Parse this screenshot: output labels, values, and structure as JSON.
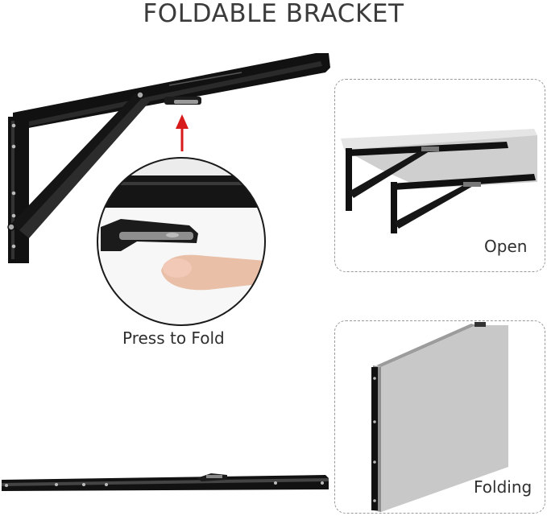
{
  "title": "FOLDABLE BRACKET",
  "labels": {
    "press_to_fold": "Press to Fold",
    "open": "Open",
    "folding": "Folding"
  },
  "colors": {
    "bracket": "#111111",
    "arrow": "#d71a1a",
    "shelf": "#d8d8d8",
    "board": "#bdbdbd",
    "panel_border": "#9a9a9a"
  }
}
